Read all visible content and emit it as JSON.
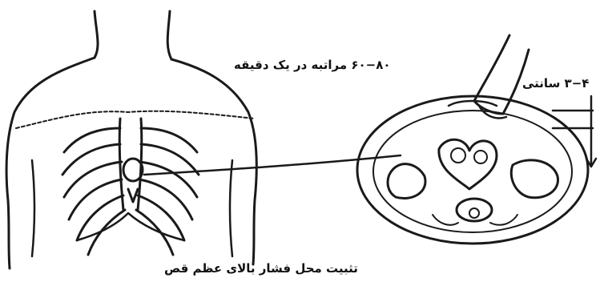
{
  "labels": {
    "rate": "۶۰−۸۰ مراتبه در یک دقیقه",
    "depth": "۳−۴ سانتی",
    "caption": "تثبیت محل فشار بالای عظم قص"
  },
  "colors": {
    "ink": "#1a1a1a",
    "background": "#ffffff"
  }
}
